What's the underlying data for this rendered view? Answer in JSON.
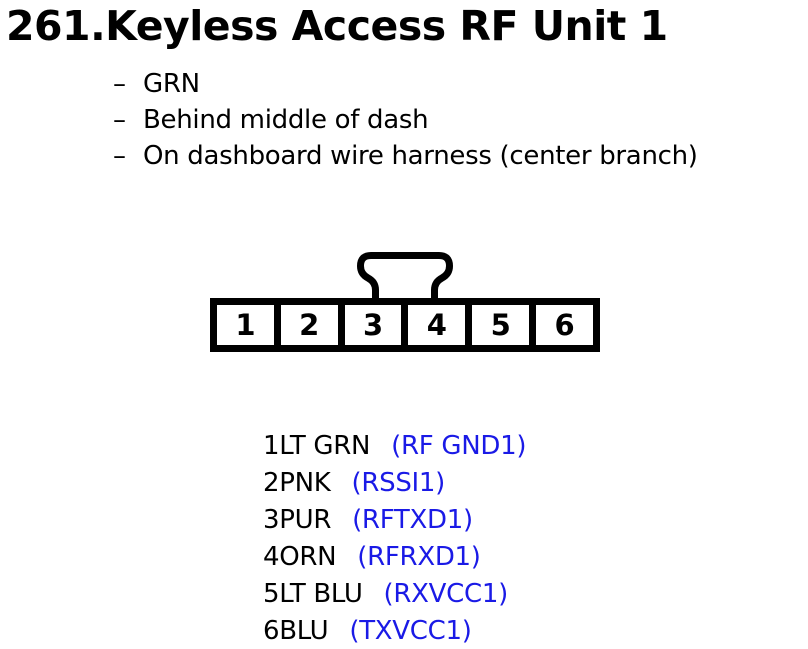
{
  "title": "261.Keyless Access RF Unit 1",
  "colors": {
    "background": "#ffffff",
    "ink": "#000000",
    "signal_text": "#1a1ae6"
  },
  "notes": {
    "bullet_char": "–",
    "items": [
      "GRN",
      "Behind middle of dash",
      "On dashboard wire harness (center branch)"
    ]
  },
  "connector": {
    "type": "6-pin connector front view with top latch tab",
    "pins": [
      "1",
      "2",
      "3",
      "4",
      "5",
      "6"
    ]
  },
  "pinout": {
    "rows": [
      {
        "wire": "1LT GRN",
        "signal": "(RF GND1)"
      },
      {
        "wire": "2PNK",
        "signal": "(RSSI1)"
      },
      {
        "wire": "3PUR",
        "signal": "(RFTXD1)"
      },
      {
        "wire": "4ORN",
        "signal": "(RFRXD1)"
      },
      {
        "wire": "5LT BLU",
        "signal": "(RXVCC1)"
      },
      {
        "wire": "6BLU",
        "signal": "(TXVCC1)"
      }
    ]
  }
}
